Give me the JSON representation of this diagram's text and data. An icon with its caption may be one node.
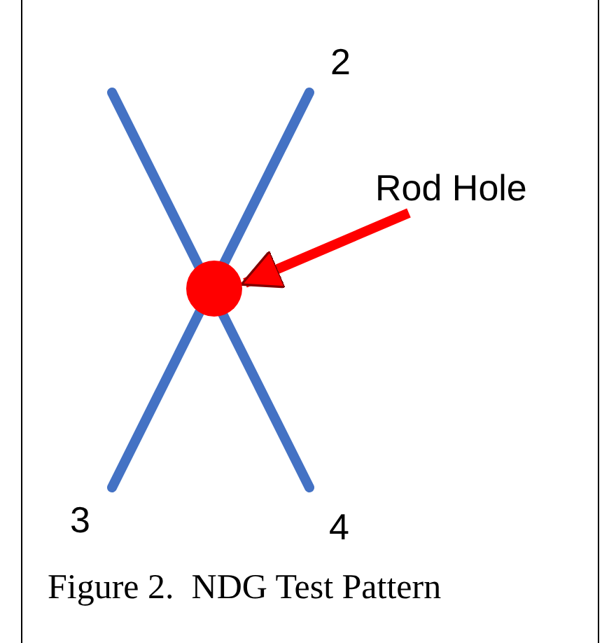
{
  "diagram": {
    "caption": "Figure 2.  NDG Test Pattern",
    "nodes": [
      {
        "text": [
          "Rod Hole"
        ]
      },
      {
        "text": [],
        "shape": "circle"
      }
    ],
    "edges": [
      {
        "from": 0,
        "to": 1,
        "arrow": "to"
      }
    ],
    "labels": [
      "2",
      "3",
      "4"
    ]
  }
}
